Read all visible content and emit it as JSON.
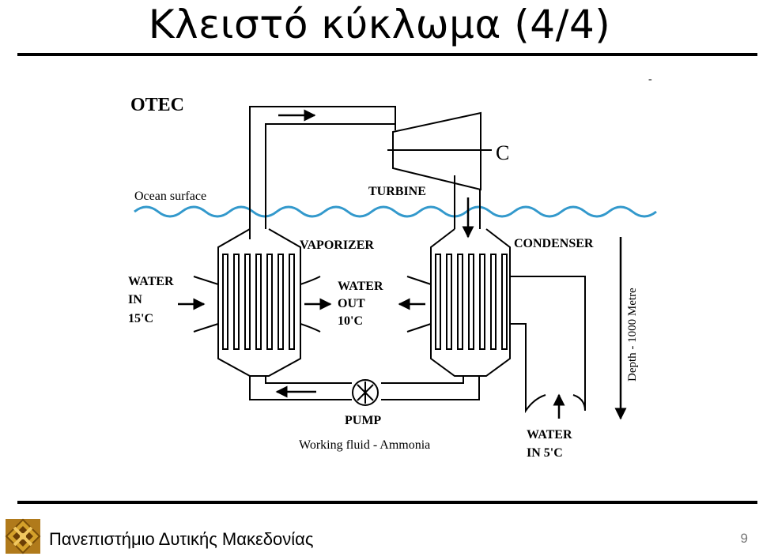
{
  "slide": {
    "title": "Κλειστό κύκλωμα (4/4)",
    "page_number": "9"
  },
  "footer": {
    "university": "Πανεπιστήμιο Δυτικής Μακεδονίας"
  },
  "diagram": {
    "title": "OTEC",
    "ocean_surface": "Ocean surface",
    "turbine": "TURBINE",
    "generator_symbol": "C",
    "vaporizer": "VAPORIZER",
    "condenser": "CONDENSER",
    "water_in_warm": [
      "WATER",
      "IN",
      "15'C"
    ],
    "water_out": [
      "WATER",
      "OUT",
      "10'C"
    ],
    "water_in_cold": [
      "WATER",
      "IN 5'C"
    ],
    "pump": "PUMP",
    "working_fluid": "Working fluid - Ammonia",
    "depth": "Depth - 1000 Metre",
    "stray_mark": "-",
    "colors": {
      "wave": "#3399cc",
      "line": "#000000"
    }
  }
}
